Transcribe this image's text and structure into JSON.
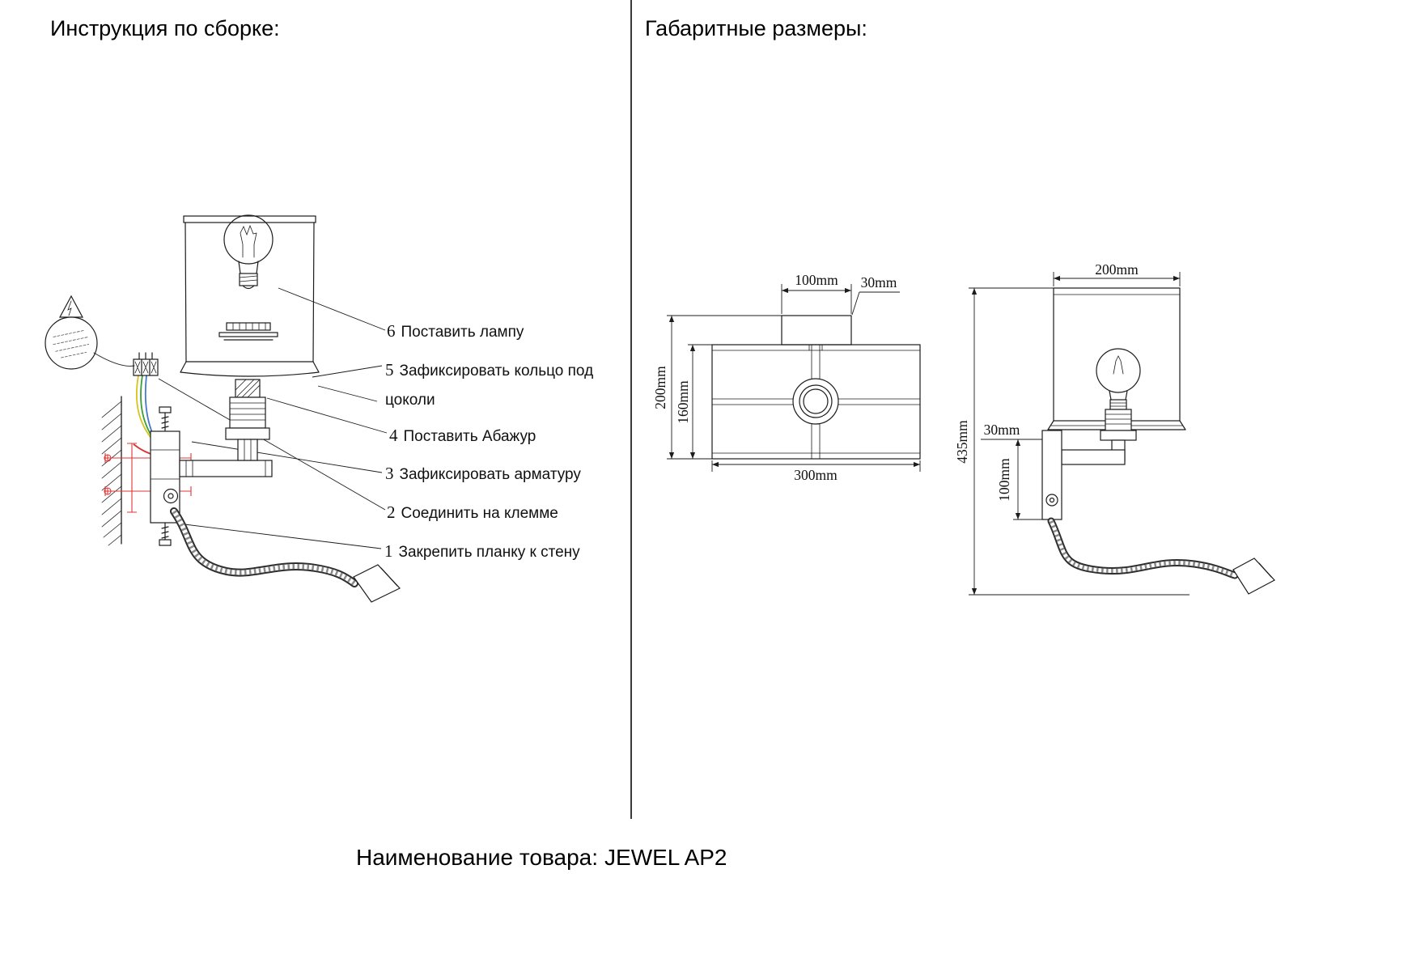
{
  "left_panel": {
    "title": "Инструкция по сборке:",
    "steps": [
      {
        "num": "1",
        "label": "Закрепить планку к стену"
      },
      {
        "num": "2",
        "label": "Соединить на клемме"
      },
      {
        "num": "3",
        "label": "Зафиксировать арматуру"
      },
      {
        "num": "4",
        "label": "Поставить Абажур"
      },
      {
        "num": "5",
        "label": "Зафиксировать кольцо под",
        "label_line2": "цоколи"
      },
      {
        "num": "6",
        "label": "Поставить лампу"
      }
    ]
  },
  "right_panel": {
    "title": "Габаритные размеры:",
    "front_view": {
      "dim_top": "100mm",
      "dim_canopy_height": "30mm",
      "dim_overall_height": "200mm",
      "dim_shade_height": "160mm",
      "dim_width": "300mm"
    },
    "side_view": {
      "dim_shade_width": "200mm",
      "dim_overall_height": "435mm",
      "dim_plate_depth": "30mm",
      "dim_plate_height": "100mm"
    }
  },
  "footer": {
    "label": "Наименование товара:",
    "product_name": "JEWEL AP2"
  },
  "colors": {
    "wire_yellow": "#d6c41e",
    "wire_green": "#3aa035",
    "wire_blue": "#4878cc",
    "wire_red": "#d8362e",
    "template_red": "#e23434"
  }
}
